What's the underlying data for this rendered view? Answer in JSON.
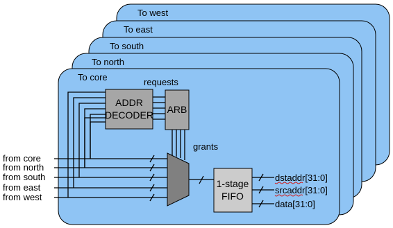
{
  "colors": {
    "panel_fill": "#8fc4f4",
    "panel_stroke": "#000000",
    "block_fill": "#a6a6a6",
    "mux_fill": "#808080",
    "fifo_fill": "#cccccc"
  },
  "panels": [
    {
      "id": "west",
      "label": "To west"
    },
    {
      "id": "east",
      "label": "To east"
    },
    {
      "id": "south",
      "label": "To south"
    },
    {
      "id": "north",
      "label": "To north"
    },
    {
      "id": "core",
      "label": "To core"
    }
  ],
  "labels": {
    "requests": "requests",
    "grants": "grants",
    "addr_decoder_line1": "ADDR",
    "addr_decoder_line2": "DECODER",
    "arb": "ARB",
    "fifo_line1": "1-stage",
    "fifo_line2": "FIFO"
  },
  "inputs": [
    "from core",
    "from north",
    "from south",
    "from east",
    "from west"
  ],
  "outputs": [
    "dstaddr[31:0]",
    "srcaddr[31:0]",
    "data[31:0]"
  ]
}
